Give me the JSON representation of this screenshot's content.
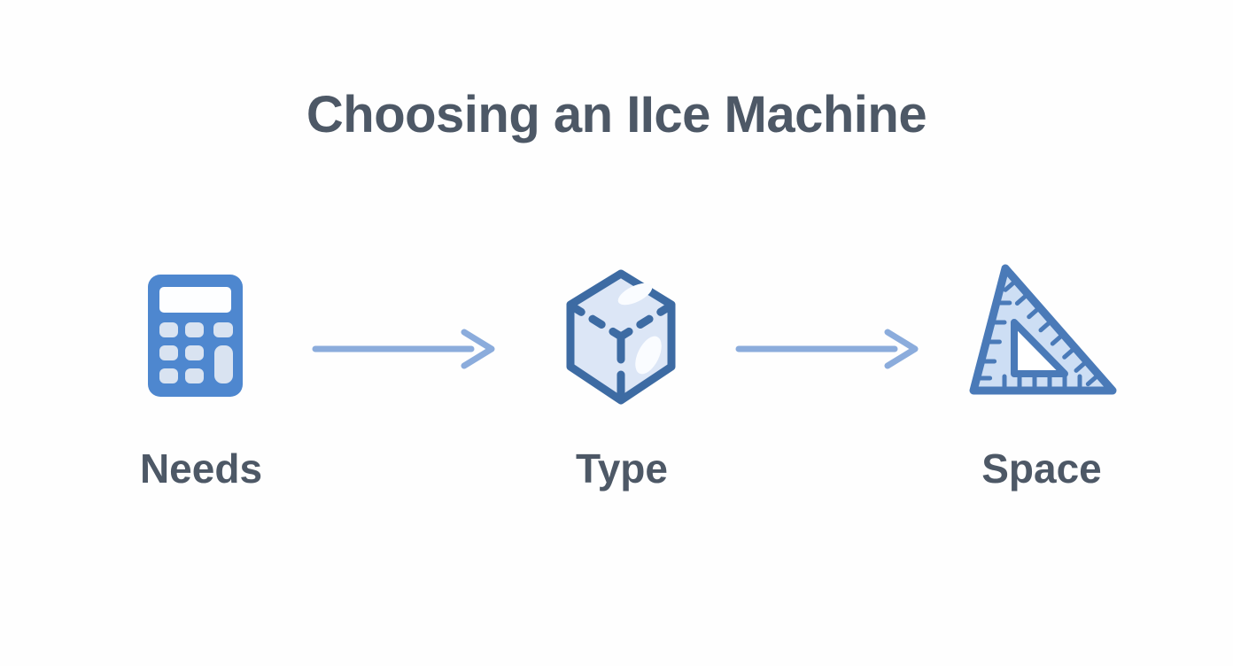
{
  "title": "Choosing an IIce Machine",
  "steps": [
    {
      "label": "Needs",
      "icon": "calculator-icon"
    },
    {
      "label": "Type",
      "icon": "ice-cube-icon"
    },
    {
      "label": "Space",
      "icon": "set-square-ruler-icon"
    }
  ],
  "connectors": [
    {
      "from": "Needs",
      "to": "Type",
      "style": "right-arrow"
    },
    {
      "from": "Type",
      "to": "Space",
      "style": "right-arrow"
    }
  ],
  "colors": {
    "background": "#fefefe",
    "title_text": "#4d5866",
    "label_text": "#4d5866",
    "arrow": "#8bacdc",
    "calculator_body": "#4e87cf",
    "calculator_display": "#fdfeff",
    "calculator_keys": "#d9e3f1",
    "cube_outline": "#3d6ba3",
    "cube_fill": "#dce6f6",
    "cube_highlight": "#fafcff",
    "ruler_outline": "#4a7ab8",
    "ruler_fill": "#cddef4",
    "ruler_cutout": "#ffffff"
  }
}
